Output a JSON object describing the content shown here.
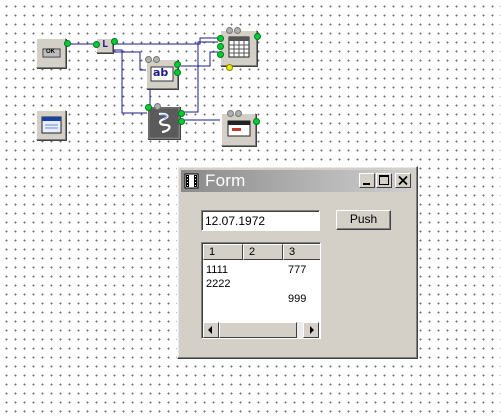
{
  "canvas": {
    "components": [
      {
        "id": "button-component",
        "caption": "OK",
        "icon": "button-icon"
      },
      {
        "id": "splitter-component",
        "caption": "L",
        "icon": "splitter-icon"
      },
      {
        "id": "edit-component",
        "caption": "ab",
        "icon": "edit-icon"
      },
      {
        "id": "grid-component",
        "icon": "grid-icon"
      },
      {
        "id": "form-component",
        "icon": "form-icon"
      },
      {
        "id": "script-component",
        "icon": "script-icon"
      },
      {
        "id": "panel-component",
        "icon": "panel-icon"
      }
    ]
  },
  "form_window": {
    "title": "Form",
    "icon": "film-icon",
    "controls": {
      "minimize": "minimize-icon",
      "maximize": "maximize-icon",
      "close": "close-icon"
    },
    "date_value": "12.07.1972",
    "push_label": "Push",
    "grid": {
      "columns": [
        "1",
        "2",
        "3"
      ],
      "rows": [
        [
          "1111",
          "",
          "777"
        ],
        [
          "2222",
          "",
          ""
        ],
        [
          "",
          "",
          "999"
        ]
      ]
    }
  },
  "colors": {
    "face": "#d4d0c8",
    "wire": "#1a1a8c",
    "pin_green": "#00cc33",
    "title_gradient_start": "#8a8a8a",
    "canvas_dot": "#6e6e6e"
  }
}
